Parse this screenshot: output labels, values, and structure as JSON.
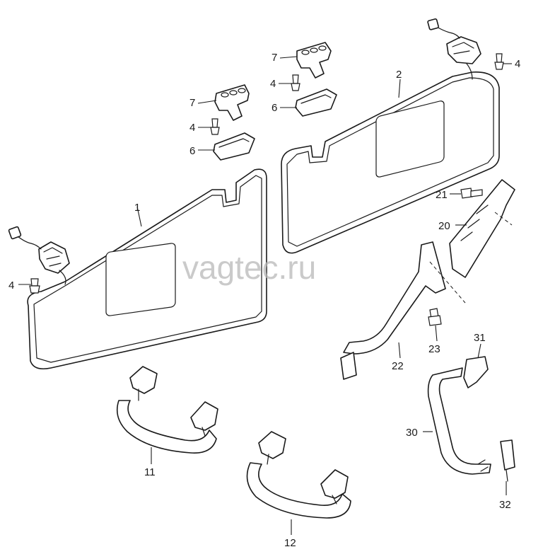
{
  "watermark": "vagtec.ru",
  "callouts": {
    "p1": "1",
    "p2": "2",
    "p4a": "4",
    "p4b": "4",
    "p4c": "4",
    "p4d": "4",
    "p6a": "6",
    "p6b": "6",
    "p7a": "7",
    "p7b": "7",
    "p11": "11",
    "p12": "12",
    "p20": "20",
    "p21": "21",
    "p22": "22",
    "p23": "23",
    "p30": "30",
    "p31": "31",
    "p32": "32"
  },
  "colors": {
    "line": "#1a1a1a",
    "background": "#ffffff",
    "watermark": "#b8b8b8"
  }
}
